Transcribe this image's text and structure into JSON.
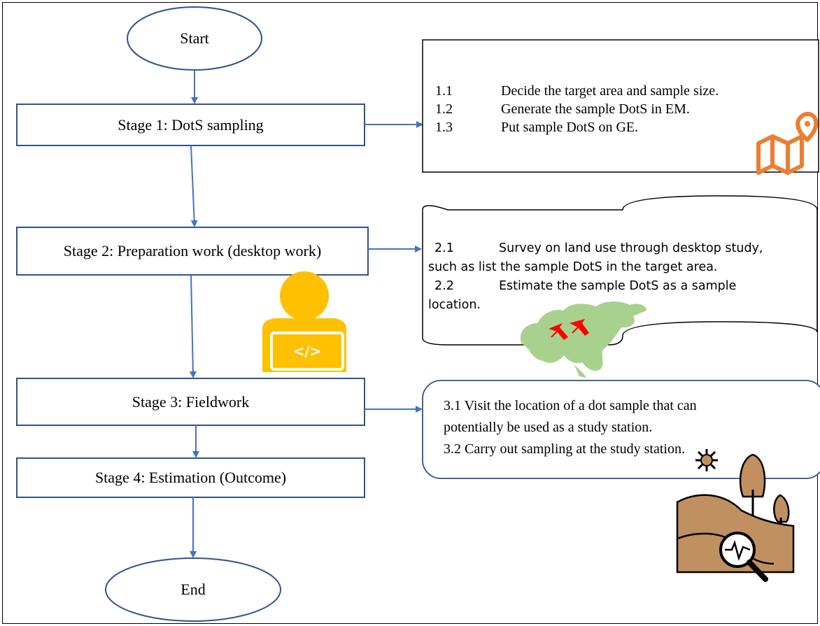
{
  "flow": {
    "start": "Start",
    "stage1": "Stage 1: DotS sampling",
    "stage2": "Stage 2: Preparation work (desktop work)",
    "stage3": "Stage 3: Fieldwork",
    "stage4": "Stage 4: Estimation (Outcome)",
    "end": "End"
  },
  "notes": {
    "stage1": [
      {
        "num": "1.1",
        "text": "Decide the target area and sample size."
      },
      {
        "num": "1.2",
        "text": "Generate the sample DotS in EM."
      },
      {
        "num": "1.3",
        "text": "Put sample DotS on GE."
      }
    ],
    "stage2": {
      "line1_num": "2.1",
      "line1_text": "Survey on land use through desktop study,",
      "line2": "such as list the sample DotS in the target area.",
      "line3_num": "2.2",
      "line3_text": "Estimate the sample DotS as a sample",
      "line4": "location."
    },
    "stage3": [
      "3.1 Visit the location of a dot sample that can",
      "potentially be used as a study station.",
      "3.2 Carry out sampling at the study station."
    ]
  },
  "icons": {
    "stage1": "folded-map-pin-icon",
    "stage2_person": "developer-laptop-icon",
    "stage2_map": "asia-map-pushpins-icon",
    "stage3": "field-sampling-landscape-icon"
  },
  "colors": {
    "connector": "#4472C4",
    "map_icon": "#ED7D31",
    "developer": "#FFC000",
    "asia_map": "#A9D18E",
    "pushpin": "#FF0000",
    "landscape": "#C09060"
  }
}
